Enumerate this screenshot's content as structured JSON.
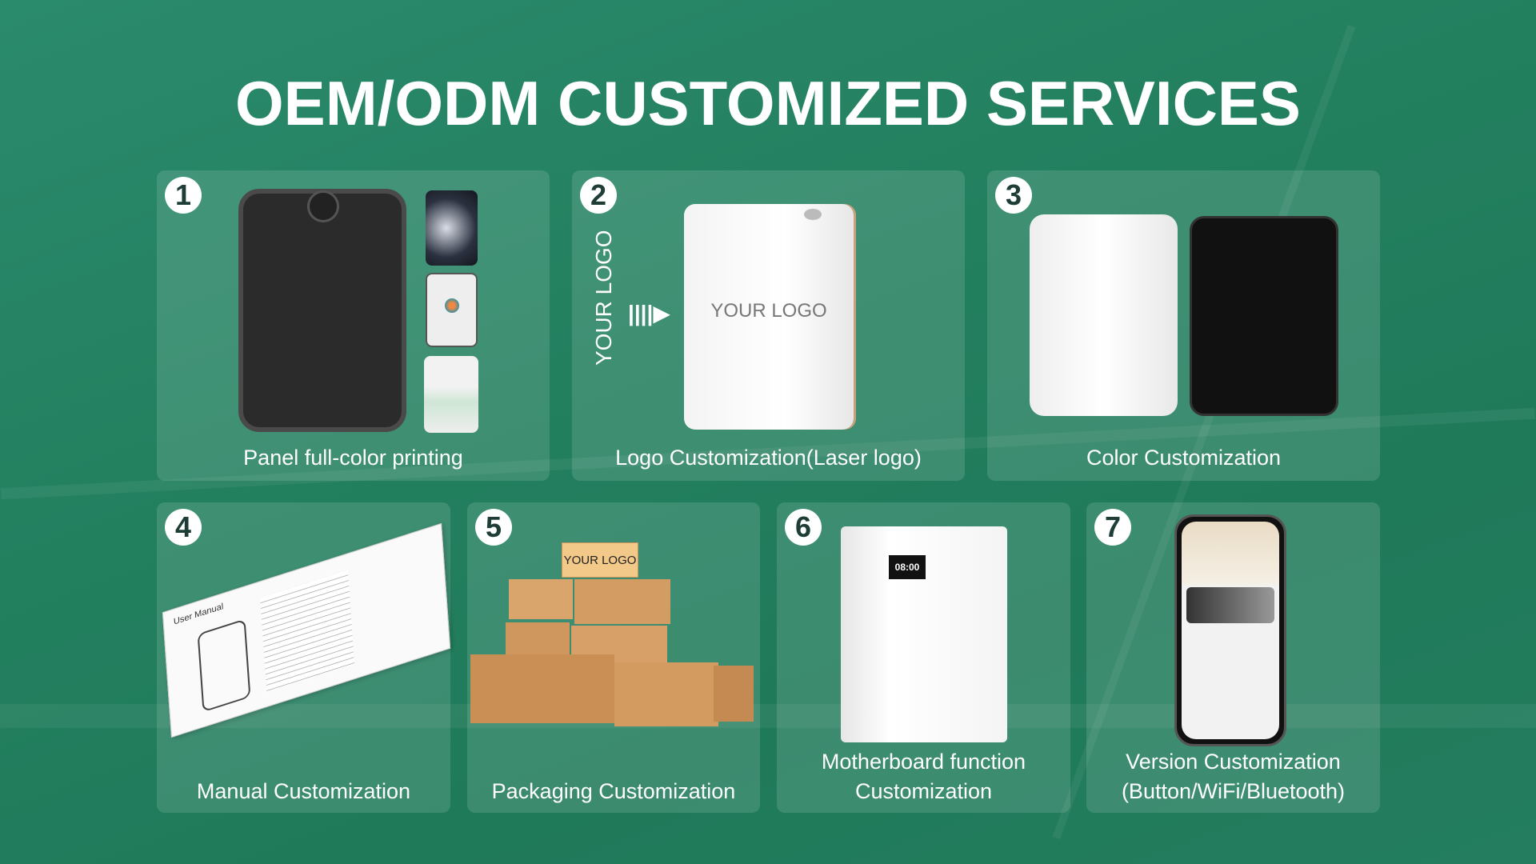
{
  "title": "OEM/ODM CUSTOMIZED SERVICES",
  "cards": [
    {
      "number": "1",
      "label": "Panel full-color printing"
    },
    {
      "number": "2",
      "label": "Logo Customization(Laser logo)",
      "logo_vertical": "YOUR LOGO",
      "logo_on_device": "YOUR LOGO"
    },
    {
      "number": "3",
      "label": "Color Customization"
    },
    {
      "number": "4",
      "label": "Manual Customization",
      "manual_title": "User Manual"
    },
    {
      "number": "5",
      "label": "Packaging Customization",
      "box_logo": "YOUR LOGO"
    },
    {
      "number": "6",
      "label_line1": "Motherboard function",
      "label_line2": "Customization",
      "display": "08:00"
    },
    {
      "number": "7",
      "label_line1": "Version Customization",
      "label_line2": "(Button/WiFi/Bluetooth)"
    }
  ],
  "colors": {
    "background": "#23805f",
    "card": "rgba(255,255,255,0.13)",
    "number_text": "#1d3d36"
  }
}
